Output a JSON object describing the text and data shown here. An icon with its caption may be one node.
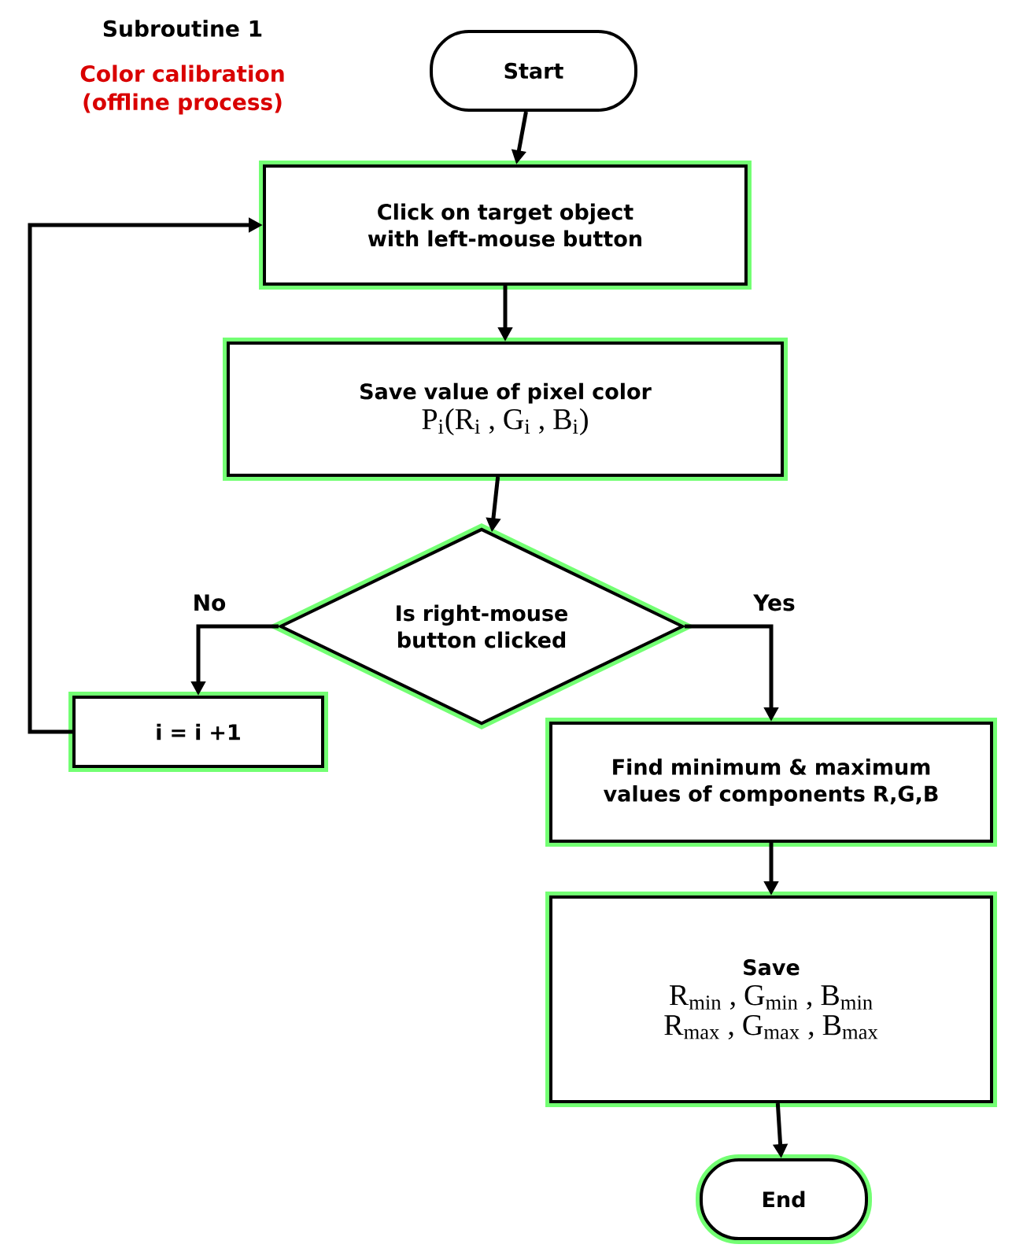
{
  "diagram": {
    "title": "Subroutine 1",
    "nodes": [
      {
        "text": [
          "Start"
        ]
      },
      {
        "text": [
          "Click on target object with left-mouse button"
        ]
      },
      {
        "text": [
          "Save value of pixel color",
          "P$_{i}$(R$_{i}$ , G$_{i}$ , B$_{i}$)"
        ]
      },
      {
        "text": [
          "Is right-mouse button clicked"
        ]
      },
      {
        "text": [
          "i = i +1"
        ]
      },
      {
        "text": [
          "Find minimum & maximum values of components R,G,B"
        ]
      },
      {
        "text": [
          "Save",
          "R$_{min}$ , G$_{min}$ , B$_{min}$",
          "R$_{max}$ , G$_{max}$ , B$_{max}$"
        ]
      },
      {
        "text": [
          "End"
        ]
      }
    ],
    "edges": [
      {
        "from": 0,
        "to": 1,
        "arrow": "to"
      },
      {
        "from": 1,
        "to": 2,
        "arrow": "to"
      },
      {
        "from": 2,
        "to": 3,
        "arrow": "to"
      },
      {
        "from": 3,
        "to": 4,
        "arrow": "to",
        "label": "No"
      },
      {
        "from": 4,
        "to": 1,
        "arrow": "to"
      },
      {
        "from": 3,
        "to": 5,
        "arrow": "to",
        "label": "Yes"
      },
      {
        "from": 5,
        "to": 6,
        "arrow": "to"
      },
      {
        "from": 6,
        "to": 7,
        "arrow": "to"
      }
    ],
    "labels": [
      "Color calibration (offline process)"
    ]
  }
}
